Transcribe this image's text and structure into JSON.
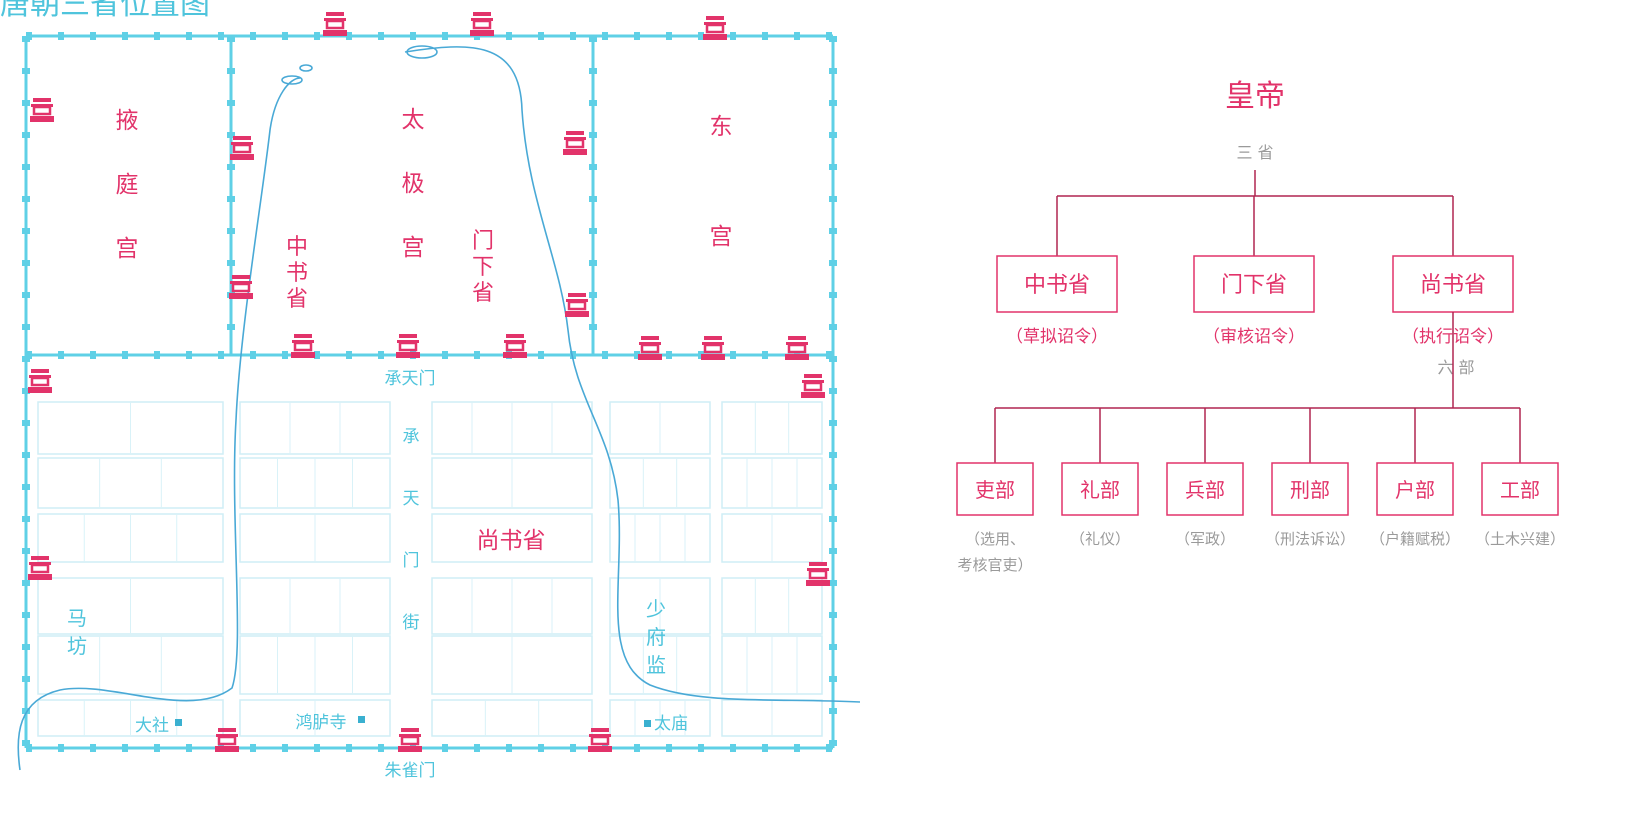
{
  "map": {
    "title": "唐朝三省位置图",
    "palaces": {
      "yeting": [
        "掖",
        "庭",
        "宫"
      ],
      "taiji": [
        "太",
        "极",
        "宫"
      ],
      "dong": [
        "东",
        "宫"
      ]
    },
    "offices": {
      "zhongshu": [
        "中",
        "书",
        "省"
      ],
      "menxia": [
        "门",
        "下",
        "省"
      ],
      "shangshu": "尚书省"
    },
    "gates": {
      "chengtian": "承天门",
      "zhuque": "朱雀门"
    },
    "street": [
      "承",
      "天",
      "门",
      "街"
    ],
    "places": {
      "mafang": [
        "马",
        "坊"
      ],
      "shaofujian": [
        "少",
        "府",
        "监"
      ],
      "taishe": "大社",
      "honglusi": "鸿胪寺",
      "taimiao": "太庙"
    },
    "colors": {
      "wall": "#5fd0e6",
      "red": "#e2336a",
      "river": "#49a9d6"
    }
  },
  "chart": {
    "emperor": "皇帝",
    "three_label": "三 省",
    "six_label": "六 部",
    "provinces": [
      {
        "name": "中书省",
        "role": "（草拟诏令）"
      },
      {
        "name": "门下省",
        "role": "（审核诏令）"
      },
      {
        "name": "尚书省",
        "role": "（执行诏令）"
      }
    ],
    "ministries": [
      {
        "name": "吏部",
        "role": "（选用、",
        "role2": "考核官吏）"
      },
      {
        "name": "礼部",
        "role": "（礼仪）"
      },
      {
        "name": "兵部",
        "role": "（军政）"
      },
      {
        "name": "刑部",
        "role": "（刑法诉讼）"
      },
      {
        "name": "户部",
        "role": "（户籍赋税）"
      },
      {
        "name": "工部",
        "role": "（土木兴建）"
      }
    ],
    "colors": {
      "red": "#e2336a",
      "line": "#b02550",
      "gray": "#9a9a9a"
    }
  }
}
